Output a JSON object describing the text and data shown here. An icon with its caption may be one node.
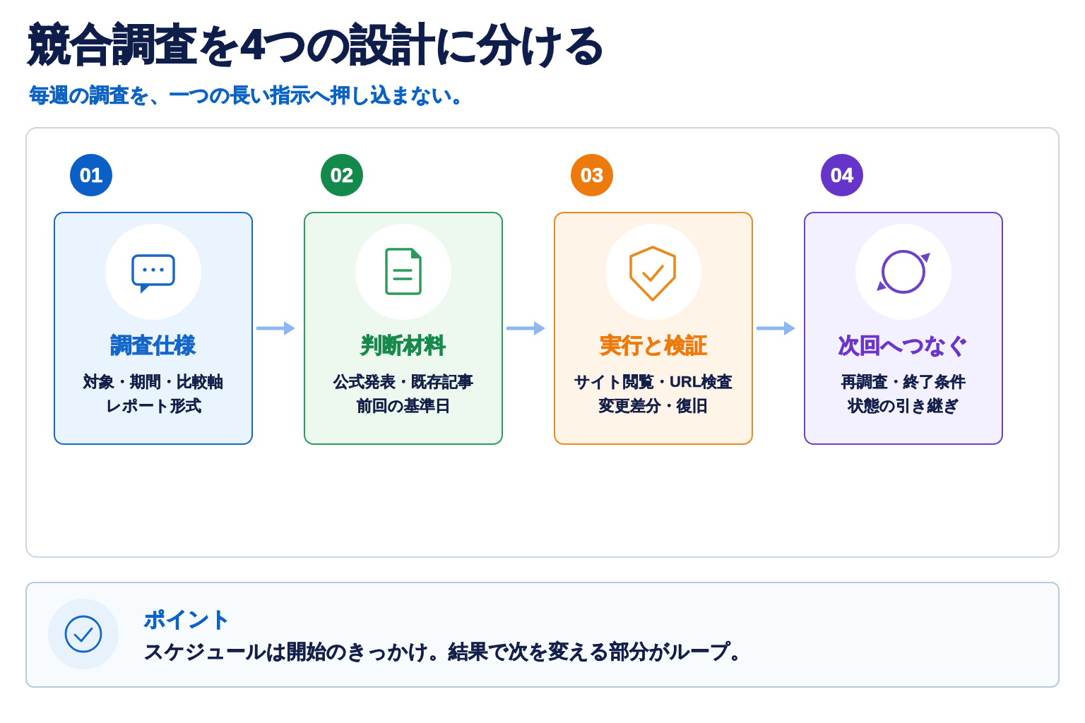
{
  "diagram": {
    "title": "競合調査を4つの設計に分ける",
    "nodes": [
      {
        "text": [],
        "shape": "box"
      },
      {
        "text": [
          "01"
        ],
        "in": 0
      },
      {
        "text": [
          "調査仕様",
          "対象・期間・比較軸レポート形式"
        ],
        "in": 0
      },
      {
        "text": [
          "02"
        ],
        "in": 0
      },
      {
        "text": [
          "判断材料",
          "公式発表・既存記事前回の基準日"
        ],
        "in": 0
      },
      {
        "text": [
          "03"
        ],
        "in": 0
      },
      {
        "text": [
          "実行と検証",
          "サイト閲覧・URL検査変更差分・復旧"
        ],
        "in": 0
      },
      {
        "text": [
          "04"
        ],
        "in": 0
      },
      {
        "text": [
          "次回へつなぐ",
          "再調査・終了条件状態の引き継ぎ"
        ],
        "in": 0
      },
      {
        "text": [
          "ポイント",
          "スケジュールは開始のきっかけ。結果で次を変える部分がループ。"
        ]
      }
    ],
    "edges": [
      {
        "from": 2,
        "to": 4,
        "arrow": "to"
      },
      {
        "from": 4,
        "to": 6,
        "arrow": "to"
      },
      {
        "from": 6,
        "to": 8,
        "arrow": "to"
      }
    ],
    "labels": [
      "毎週の調査を、一つの長い指示へ押し込まない。"
    ]
  }
}
